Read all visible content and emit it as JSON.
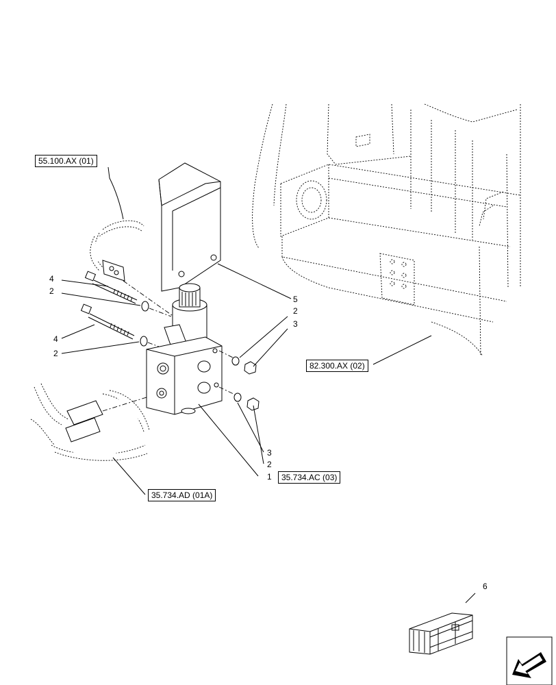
{
  "references": {
    "harness": "55.100.AX (01)",
    "frame": "82.300.AX (02)",
    "valve": "35.734.AC (03)",
    "hoses": "35.734.AD (01A)"
  },
  "item_numbers": {
    "bolt_upper": "4",
    "washer_upper": "2",
    "bolt_lower": "4",
    "washer_lower": "2",
    "bracket": "5",
    "washer_right_upper": "2",
    "nut_right_upper": "3",
    "nut_right_lower": "3",
    "washer_right_lower": "2",
    "valve_body": "1",
    "kit": "6"
  },
  "icons": {
    "kit_box": "wooden-crate-icon",
    "navigation": "back-arrow-icon"
  }
}
